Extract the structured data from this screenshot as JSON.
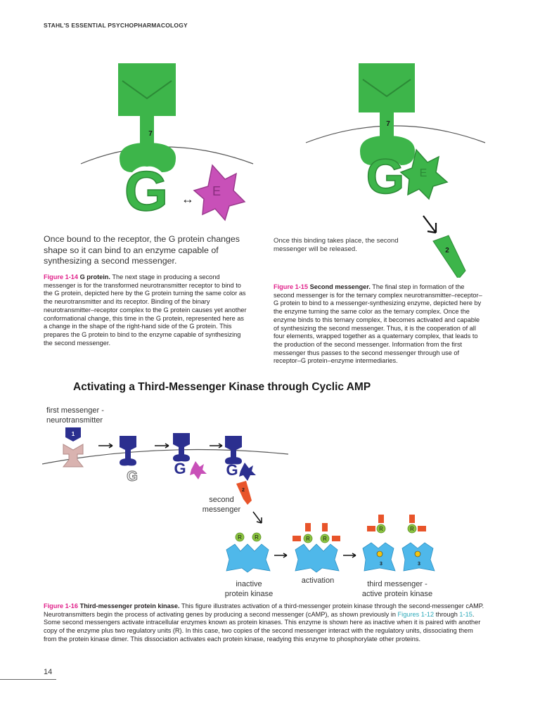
{
  "running_head": "STAHL'S ESSENTIAL PSYCHOPHARMACOLOGY",
  "fig14": {
    "receptor_number": "7",
    "g_label": "G",
    "e_label": "E",
    "arrow_symbol": "↔",
    "body_text": "Once bound to the receptor, the G protein changes shape so it can bind to an enzyme capable of synthesizing a second messenger.",
    "caption_label": "Figure 1-14",
    "caption_title": "G protein.",
    "caption_text": "The next stage in producing a second messenger is for the transformed neurotransmitter receptor to bind to the G protein, depicted here by the G protein turning the same color as the neurotransmitter and its receptor. Binding of the binary neurotransmitter–receptor complex to the G protein causes yet another conformational change, this time in the G protein, represented here as a change in the shape of the right-hand side of the G protein. This prepares the G protein to bind to the enzyme capable of synthesizing the second messenger."
  },
  "fig15": {
    "receptor_number": "7",
    "g_label": "G",
    "e_label": "E",
    "messenger_number": "2",
    "body_text": "Once this binding takes place, the second messenger will be released.",
    "caption_label": "Figure 1-15",
    "caption_title": "Second messenger.",
    "caption_text": "The final step in formation of the second messenger is for the ternary complex neurotransmitter–receptor–G protein to bind to a messenger-synthesizing enzyme, depicted here by the enzyme turning the same color as the ternary complex. Once the enzyme binds to this ternary complex, it becomes activated and capable of synthesizing the second messenger. Thus, it is the cooperation of all four elements, wrapped together as a quaternary complex, that leads to the production of the second messenger. Information from the first messenger thus passes to the second messenger through use of receptor–G protein–enzyme intermediaries."
  },
  "fig16": {
    "section_title": "Activating a Third-Messenger Kinase through Cyclic AMP",
    "first_messenger_label_line1": "first messenger -",
    "first_messenger_label_line2": "neurotransmitter",
    "first_messenger_number": "1",
    "g_label": "G",
    "second_messenger_label_line1": "second",
    "second_messenger_label_line2": "messenger",
    "second_messenger_number": "2",
    "regulatory_label": "R",
    "kinase_number": "3",
    "inactive_label_line1": "inactive",
    "inactive_label_line2": "protein kinase",
    "activation_label": "activation",
    "third_messenger_label_line1": "third messenger -",
    "third_messenger_label_line2": "active protein kinase",
    "caption_label": "Figure 1-16",
    "caption_title": "Third-messenger protein kinase.",
    "caption_text_1": "This figure illustrates activation of a third-messenger protein kinase through the second-messenger cAMP. Neurotransmitters begin the process of activating genes by producing a second messenger (cAMP), as shown previously in",
    "caption_link_1": "Figures 1-12",
    "caption_text_2": "through",
    "caption_link_2": "1-15",
    "caption_text_3": ". Some second messengers activate intracellular enzymes known as protein kinases. This enzyme is shown here as inactive when it is paired with another copy of the enzyme plus two regulatory units (R). In this case, two copies of the second messenger interact with the regulatory units, dissociating them from the protein kinase dimer. This dissociation activates each protein kinase, readying this enzyme to phosphorylate other proteins."
  },
  "page_number": "14",
  "colors": {
    "receptor_green": "#3db54a",
    "enzyme_magenta": "#c850b8",
    "receptor_navy": "#2b2f8f",
    "first_messenger_pink": "#d9b3b0",
    "kinase_blue": "#4fb8ea",
    "regulatory_green": "#8bc53f",
    "messenger_orange": "#e8542a",
    "caption_pink": "#e0218a"
  }
}
